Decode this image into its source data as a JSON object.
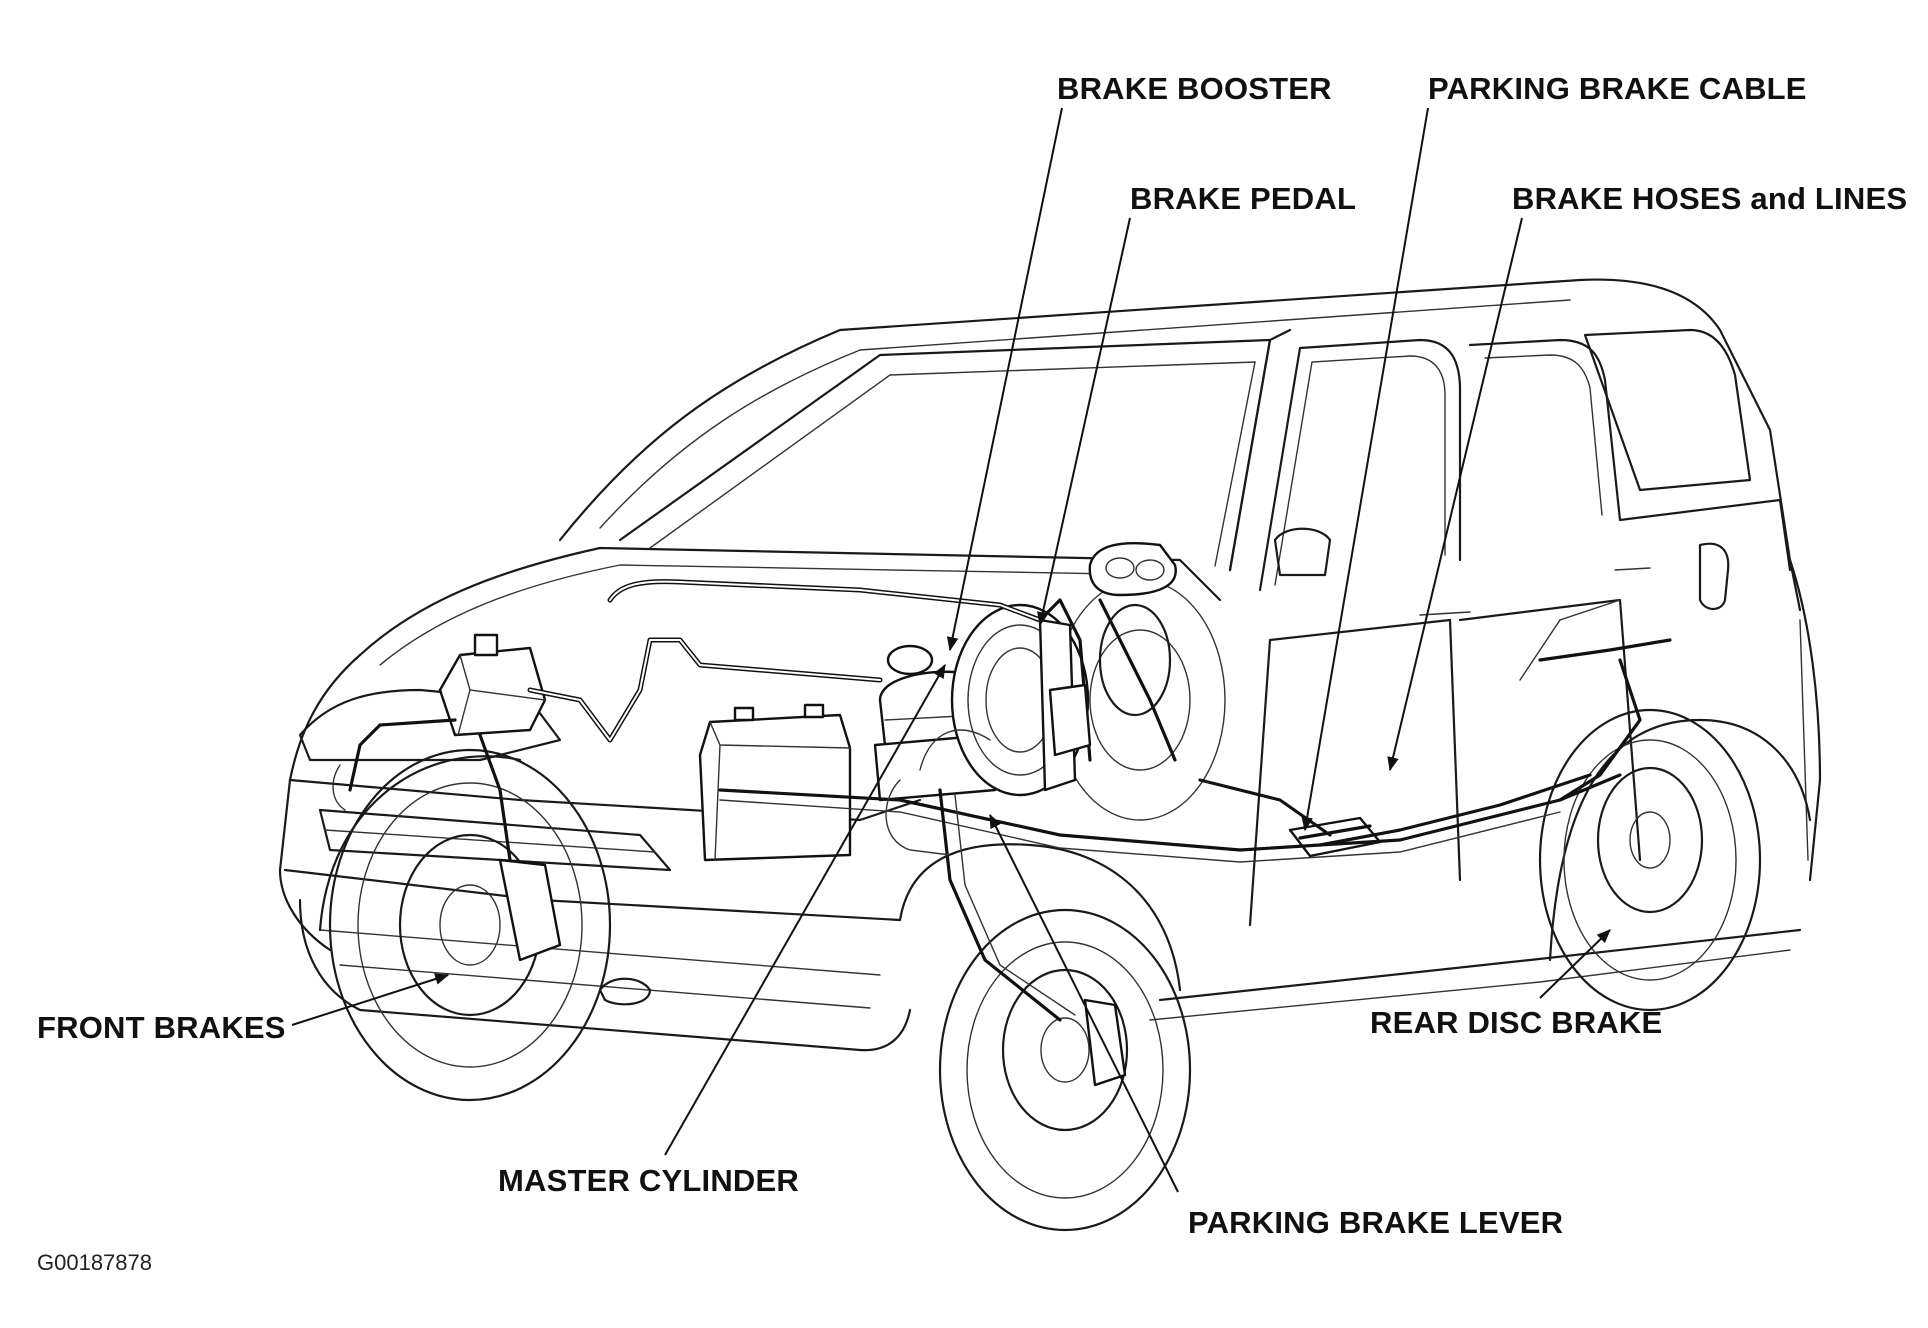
{
  "diagram": {
    "labels": {
      "brake_booster": "BRAKE BOOSTER",
      "parking_brake_cable": "PARKING BRAKE CABLE",
      "brake_pedal": "BRAKE PEDAL",
      "brake_hoses_and_lines": "BRAKE HOSES and LINES",
      "front_brakes": "FRONT BRAKES",
      "rear_disc_brake": "REAR DISC BRAKE",
      "master_cylinder": "MASTER CYLINDER",
      "parking_brake_lever": "PARKING BRAKE LEVER"
    },
    "figure_id": "G00187878"
  }
}
